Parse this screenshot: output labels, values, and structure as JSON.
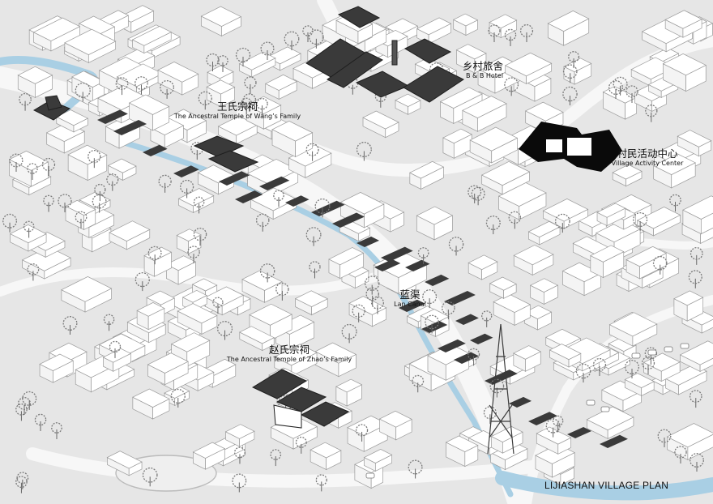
{
  "plan": {
    "title": "LIJIASHAN VILLAGE PLAN",
    "landmarks": [
      {
        "key": "wang",
        "zh": "王氏宗祠",
        "en": "The Ancestral Temple of Wang’s Family"
      },
      {
        "key": "bnb",
        "zh": "乡村旅舍",
        "en": "B & B Hotel"
      },
      {
        "key": "center",
        "zh": "村民活动中心",
        "en": "Village Activity Center"
      },
      {
        "key": "canal",
        "zh": "蓝渠",
        "en": "Lan Canal"
      },
      {
        "key": "zhao",
        "zh": "赵氏宗祠",
        "en": "The Ancestral Temple of Zhao’s Family"
      }
    ]
  },
  "colors": {
    "ground": "#e6e6e6",
    "road": "#f7f7f7",
    "building": "#ffffff",
    "roof_dark": "#3a3a3a",
    "activity_center": "#0a0a0a",
    "water": "#a9cfe4",
    "tree": "#7a7a7a"
  },
  "icons": [
    "tree-icon",
    "building-icon",
    "pavilion-roof-icon",
    "transmission-tower-icon",
    "car-icon"
  ]
}
